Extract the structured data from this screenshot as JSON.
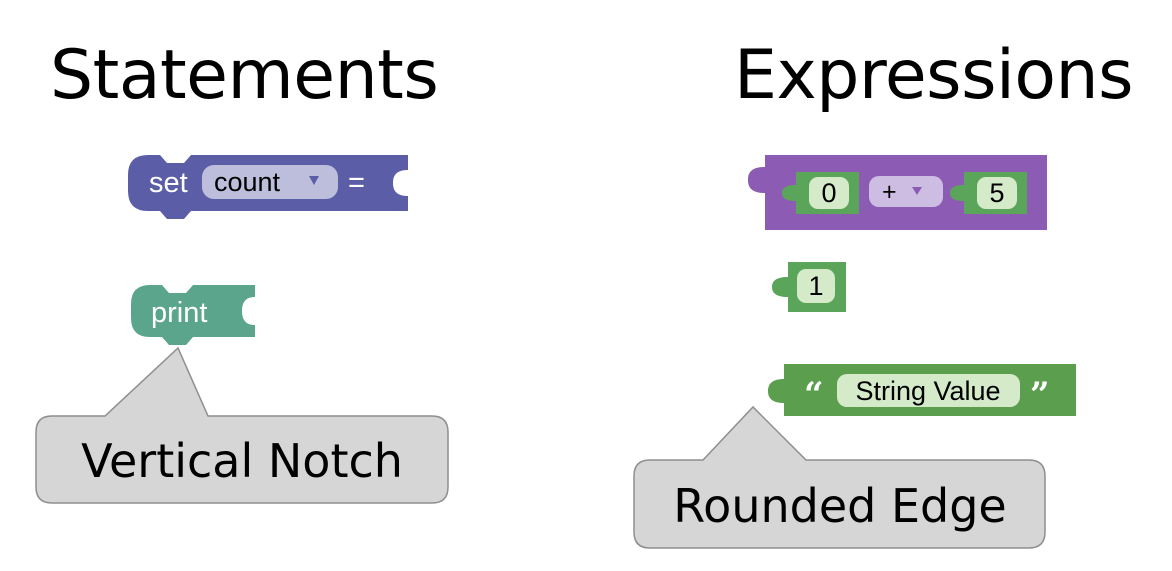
{
  "headings": {
    "statements": "Statements",
    "expressions": "Expressions"
  },
  "colors": {
    "variables_block": "#5b5ea6",
    "variables_field": "#bdbedb",
    "text_block": "#5ba58c",
    "math_block": "#8c5cb4",
    "number_block": "#5ba55b",
    "math_field": "#cdbde2",
    "number_field": "#d4eac9",
    "string_block": "#5b9e4e",
    "callout_fill": "#d6d6d6",
    "callout_stroke": "#8e8e8e"
  },
  "statements": {
    "set_block": {
      "keyword": "set",
      "variable": "count",
      "dropdown_icon": "dropdown-arrow-icon",
      "operator": "="
    },
    "print_block": {
      "keyword": "print"
    },
    "callout": {
      "label": "Vertical Notch"
    }
  },
  "expressions": {
    "arithmetic_block": {
      "left_value": "0",
      "operator": "+",
      "dropdown_icon": "dropdown-arrow-icon",
      "right_value": "5"
    },
    "number_block": {
      "value": "1"
    },
    "string_block": {
      "open_quote": "“",
      "value": "String Value",
      "close_quote": "”"
    },
    "callout": {
      "label": "Rounded Edge"
    }
  }
}
